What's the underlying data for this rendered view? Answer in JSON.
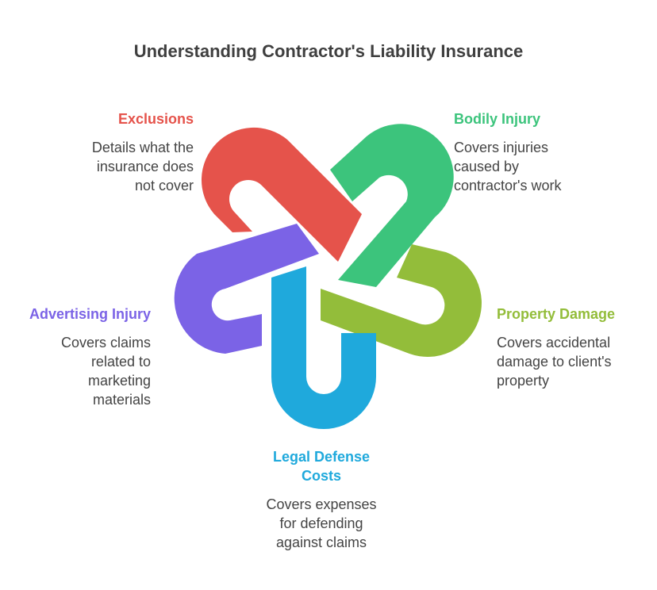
{
  "title": "Understanding Contractor's Liability Insurance",
  "colors": {
    "exclusions": "#e5534b",
    "bodily_injury": "#3cc47c",
    "property_damage": "#93bd3a",
    "legal_defense": "#1fa9dc",
    "advertising_injury": "#7b63e6"
  },
  "items": {
    "exclusions": {
      "label": "Exclusions",
      "description": "Details what the\ninsurance does\nnot cover"
    },
    "bodily_injury": {
      "label": "Bodily Injury",
      "description": "Covers injuries\ncaused by\ncontractor's work"
    },
    "property_damage": {
      "label": "Property Damage",
      "description": "Covers accidental\ndamage to client's\nproperty"
    },
    "legal_defense": {
      "label": "Legal Defense\nCosts",
      "description": "Covers expenses\nfor defending\nagainst claims"
    },
    "advertising_injury": {
      "label": "Advertising Injury",
      "description": "Covers claims\nrelated to\nmarketing\nmaterials"
    }
  }
}
